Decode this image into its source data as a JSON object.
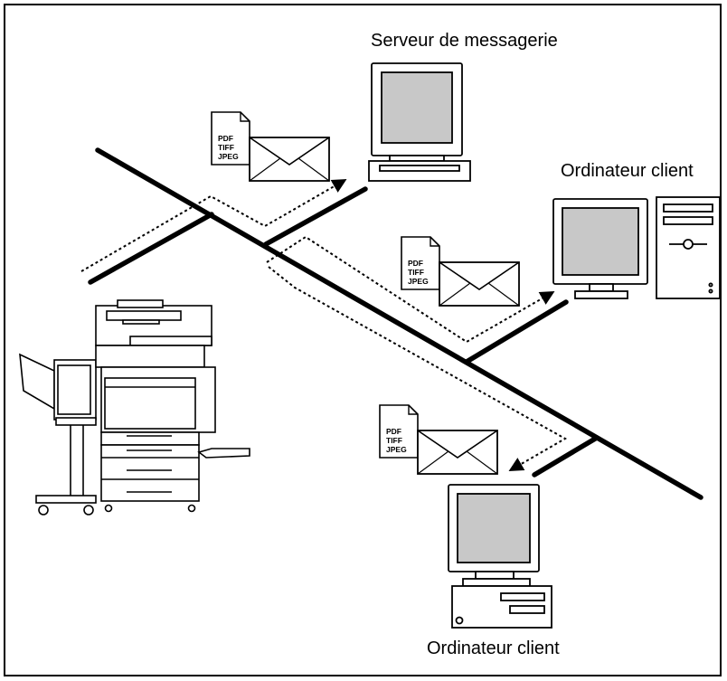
{
  "labels": {
    "mail_server": "Serveur de messagerie",
    "client_1": "Ordinateur client",
    "client_2": "Ordinateur client"
  },
  "attachment": {
    "formats": [
      "PDF",
      "TIFF",
      "JPEG"
    ]
  },
  "colors": {
    "screen": "#c8c8c8",
    "line": "#000000"
  }
}
